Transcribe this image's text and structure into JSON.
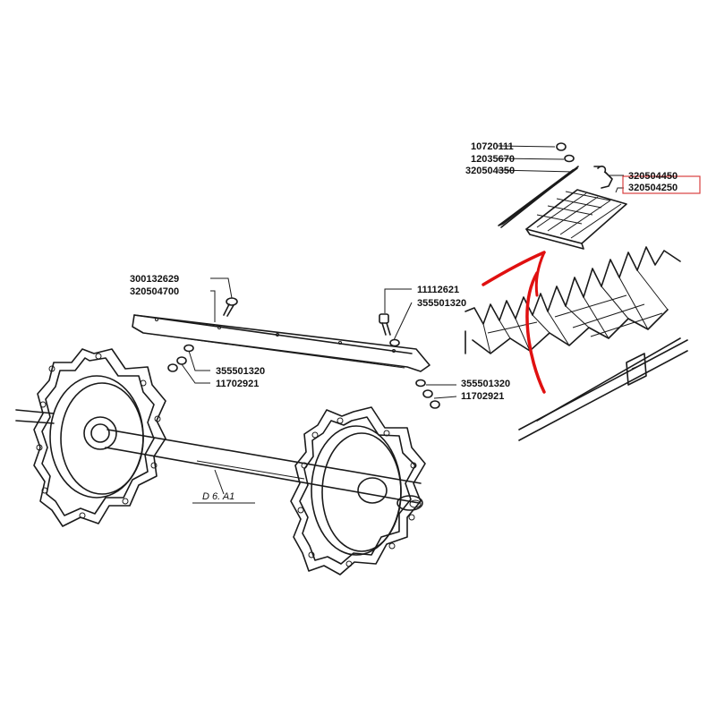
{
  "labels": {
    "p10720111": "10720111",
    "p12035670": "12035670",
    "p320504350": "320504350",
    "p320504450": "320504450",
    "p320504250": "320504250",
    "p300132629": "300132629",
    "p320504700": "320504700",
    "p11112621": "11112621",
    "p355501320_top": "355501320",
    "p355501320_left": "355501320",
    "p11702921_left": "11702921",
    "p355501320_right": "355501320",
    "p11702921_right": "11702921",
    "ref_d6a1": "D 6. A1"
  },
  "colors": {
    "line": "#1a1a1a",
    "highlight_box": "#d94040",
    "arrow": "#e01010"
  }
}
